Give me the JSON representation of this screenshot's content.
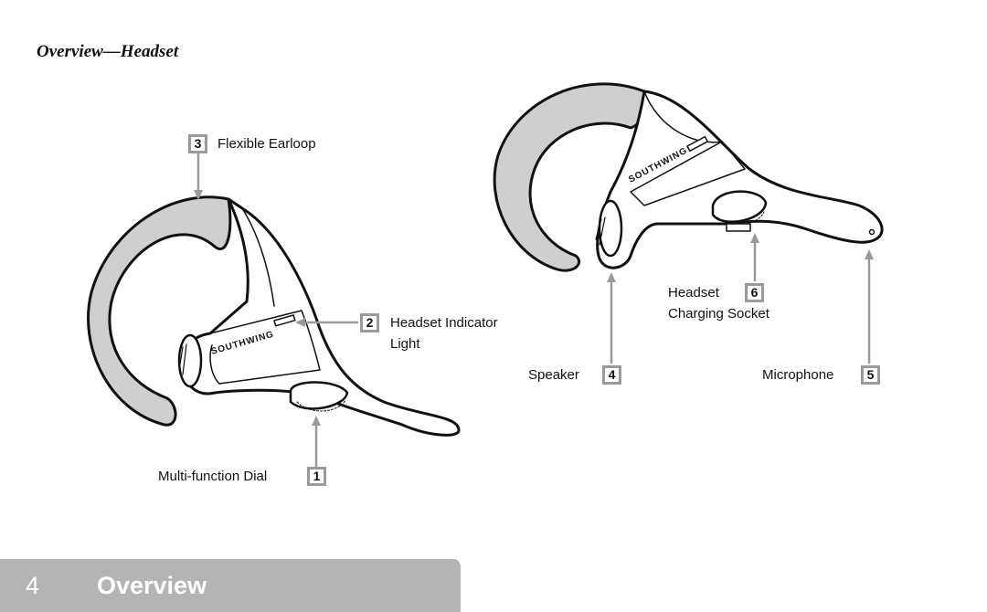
{
  "page": {
    "heading": "Overview—Headset"
  },
  "callouts": {
    "flexible_earloop": {
      "number": "3",
      "label": "Flexible Earloop"
    },
    "indicator_light": {
      "number": "2",
      "label_line1": "Headset Indicator",
      "label_line2": "Light"
    },
    "multifunction_dial": {
      "number": "1",
      "label": "Multi-function Dial"
    },
    "charging_socket": {
      "number": "6",
      "label_line1": "Headset",
      "label_line2": "Charging Socket"
    },
    "speaker": {
      "number": "4",
      "label": "Speaker"
    },
    "microphone": {
      "number": "5",
      "label": "Microphone"
    }
  },
  "product_logo": "SOUTHWING",
  "footer": {
    "page_number": "4",
    "section_title": "Overview"
  },
  "colors": {
    "callout_gray": "#9a9a9a",
    "earloop_fill": "#cfcfcf",
    "footer_tab": "#b4b4b4"
  }
}
